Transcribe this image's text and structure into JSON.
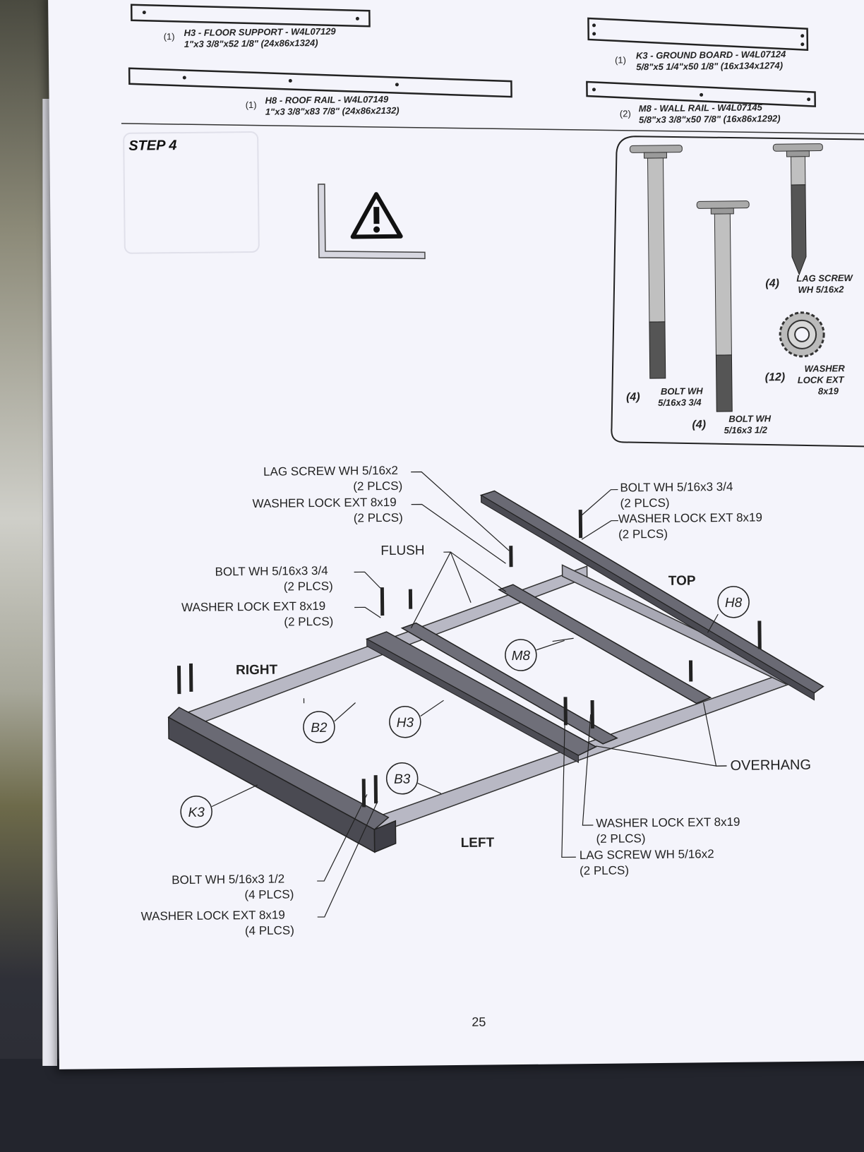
{
  "parts": {
    "h3": {
      "qty": "(1)",
      "name": "H3 - FLOOR SUPPORT - W4L07129",
      "dim": "1\"x3 3/8\"x52 1/8\" (24x86x1324)"
    },
    "h8": {
      "qty": "(1)",
      "name": "H8 - ROOF RAIL - W4L07149",
      "dim": "1\"x3 3/8\"x83 7/8\" (24x86x2132)"
    },
    "k3": {
      "qty": "(1)",
      "name": "K3 - GROUND BOARD - W4L07124",
      "dim": "5/8\"x5 1/4\"x50 1/8\" (16x134x1274)"
    },
    "m8": {
      "qty": "(2)",
      "name": "M8 - WALL RAIL - W4L07145",
      "dim": "5/8\"x3 3/8\"x50 7/8\" (16x86x1292)"
    }
  },
  "step": "STEP 4",
  "hardware": {
    "bolt_long": {
      "qty": "(4)",
      "line1": "BOLT WH",
      "line2": "5/16x3 3/4"
    },
    "bolt_short": {
      "qty": "(4)",
      "line1": "BOLT WH",
      "line2": "5/16x3 1/2"
    },
    "lag_screw": {
      "qty": "(4)",
      "line1": "LAG SCREW",
      "line2": "WH 5/16x2"
    },
    "washer": {
      "qty": "(12)",
      "line1": "WASHER",
      "line2": "LOCK EXT",
      "line3": "8x19"
    }
  },
  "callouts": {
    "lag_tl": {
      "l1": "LAG SCREW WH 5/16x2",
      "l2": "(2 PLCS)"
    },
    "washer_tl": {
      "l1": "WASHER LOCK EXT 8x19",
      "l2": "(2 PLCS)"
    },
    "flush": "FLUSH",
    "bolt_ml": {
      "l1": "BOLT WH 5/16x3 3/4",
      "l2": "(2 PLCS)"
    },
    "washer_ml": {
      "l1": "WASHER LOCK EXT 8x19",
      "l2": "(2 PLCS)"
    },
    "bolt_tr": {
      "l1": "BOLT WH 5/16x3 3/4",
      "l2": "(2 PLCS)"
    },
    "washer_tr": {
      "l1": "WASHER LOCK EXT 8x19",
      "l2": "(2 PLCS)"
    },
    "top": "TOP",
    "right": "RIGHT",
    "left": "LEFT",
    "overhang": "OVERHANG",
    "washer_br": {
      "l1": "WASHER LOCK EXT 8x19",
      "l2": "(2 PLCS)"
    },
    "lag_br": {
      "l1": "LAG SCREW WH 5/16x2",
      "l2": "(2 PLCS)"
    },
    "bolt_bl": {
      "l1": "BOLT WH 5/16x3 1/2",
      "l2": "(4 PLCS)"
    },
    "washer_bl": {
      "l1": "WASHER LOCK EXT 8x19",
      "l2": "(4 PLCS)"
    }
  },
  "labels": {
    "h8": "H8",
    "m8": "M8",
    "b2": "B2",
    "h3": "H3",
    "b3": "B3",
    "k3": "K3"
  },
  "page_number": "25"
}
